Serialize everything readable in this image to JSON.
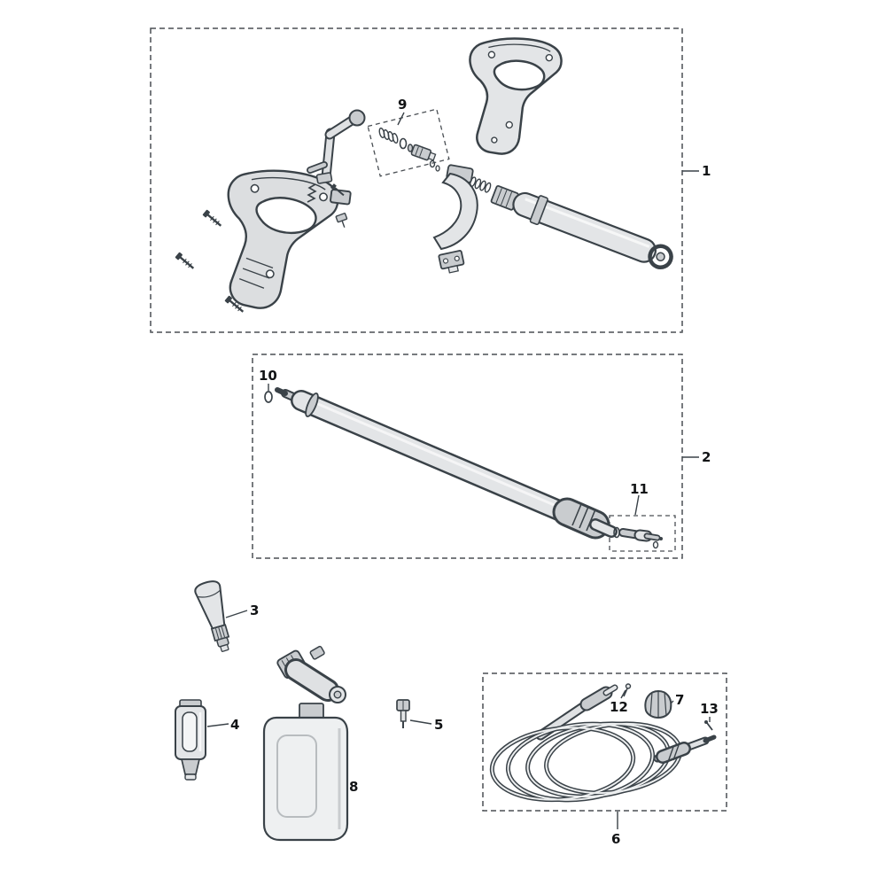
{
  "diagram": {
    "type": "exploded-parts-diagram",
    "callouts": {
      "p1": "1",
      "p2": "2",
      "p3": "3",
      "p4": "4",
      "p5": "5",
      "p6": "6",
      "p7": "7",
      "p8": "8",
      "p9": "9",
      "p10": "10",
      "p11": "11",
      "p12": "12",
      "p13": "13"
    },
    "colors": {
      "ink": "#3a4248",
      "fill_light": "#e3e5e7",
      "fill_mid": "#c9cccf",
      "fill_pale": "#eef0f1",
      "boundary": "#4a4f54",
      "background": "#ffffff"
    }
  }
}
